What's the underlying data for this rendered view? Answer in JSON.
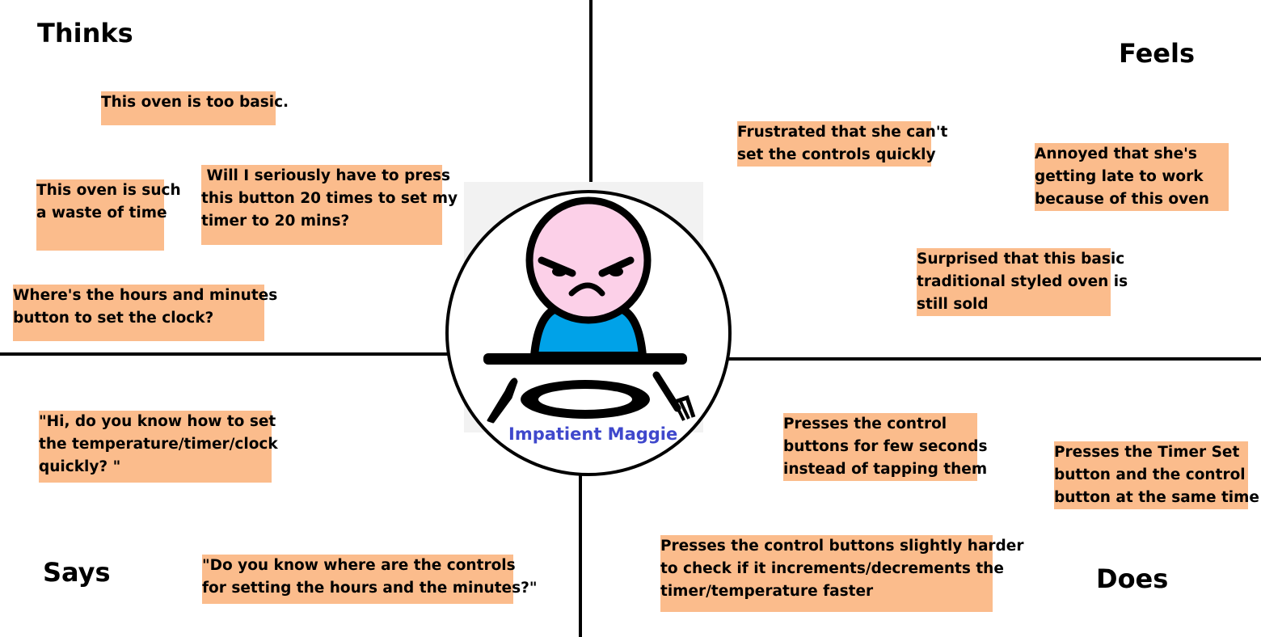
{
  "quadrants": {
    "thinks": "Thinks",
    "feels": "Feels",
    "says": "Says",
    "does": "Does"
  },
  "persona": {
    "name": "Impatient Maggie"
  },
  "notes": {
    "thinks_1": [
      "This oven is too basic."
    ],
    "thinks_2": [
      "This oven is such",
      "a waste of time"
    ],
    "thinks_3": [
      " Will I seriously have to press",
      "this button 20 times to set my",
      "timer to 20 mins?"
    ],
    "thinks_4": [
      "Where's the hours and minutes",
      "button to set the clock?"
    ],
    "feels_1": [
      "Frustrated that she can't",
      "set the controls quickly"
    ],
    "feels_2": [
      "Annoyed that she's",
      "getting late to work",
      "because of this oven"
    ],
    "feels_3": [
      "Surprised that this basic",
      "traditional styled oven is",
      "still sold"
    ],
    "says_1": [
      "\"Hi, do you know how to set",
      "the temperature/timer/clock",
      "quickly? \""
    ],
    "says_2": [
      "\"Do you know where are the controls",
      "for setting the hours and the minutes?\""
    ],
    "does_1": [
      "Presses the control",
      "buttons for few seconds",
      "instead of tapping them"
    ],
    "does_2": [
      "Presses the Timer Set",
      "button and the control",
      "button at the same time"
    ],
    "does_3": [
      "Presses the control buttons slightly harder",
      "to check if it increments/decrements the",
      "timer/temperature faster"
    ]
  },
  "colors": {
    "note_bg": "#fbbc8c",
    "face": "#fcd0e8",
    "shirt": "#00a2e8",
    "name": "#3f48cc"
  }
}
